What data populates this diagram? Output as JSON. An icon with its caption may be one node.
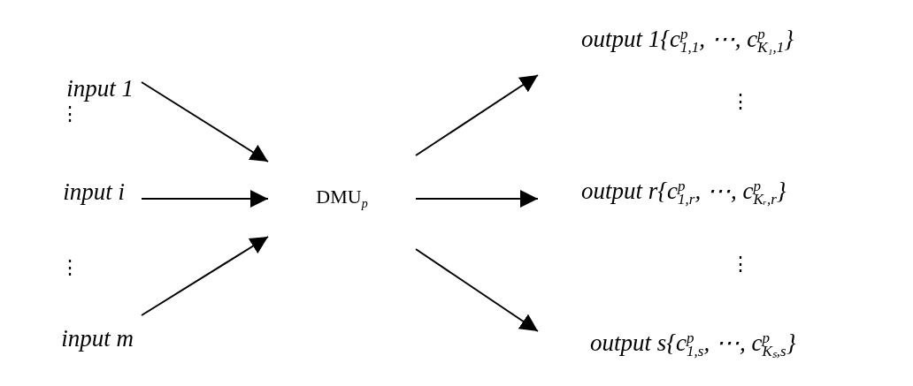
{
  "diagram": {
    "nodes": [
      {
        "text": [
          "input 1"
        ]
      },
      {
        "text": [
          "input i"
        ]
      },
      {
        "text": [
          "input m"
        ]
      },
      {
        "text": [
          "DMU$_{p}$"
        ]
      },
      {
        "text": [
          "output 1{c$^{p}$$_{1,1}$, ⋯, c$^{p}$$_{K₁,1}$}"
        ]
      },
      {
        "text": [
          "output r{c$^{p}$$_{1,r}$, ⋯, c$^{p}$$_{Kᵣ,r}$}"
        ]
      },
      {
        "text": [
          "output s{c$^{p}$$_{1,s}$, ⋯, c$^{p}$$_{Kₛ,s}$}"
        ]
      }
    ],
    "edges": [
      {
        "from": 0,
        "to": 3,
        "arrow": "to"
      },
      {
        "from": 1,
        "to": 3,
        "arrow": "to"
      },
      {
        "from": 2,
        "to": 3,
        "arrow": "to"
      },
      {
        "from": 3,
        "to": 4,
        "arrow": "to"
      },
      {
        "from": 3,
        "to": 5,
        "arrow": "to"
      },
      {
        "from": 3,
        "to": 6,
        "arrow": "to"
      }
    ],
    "labels": [
      "⋮",
      "⋮",
      "⋮",
      "⋮"
    ]
  }
}
